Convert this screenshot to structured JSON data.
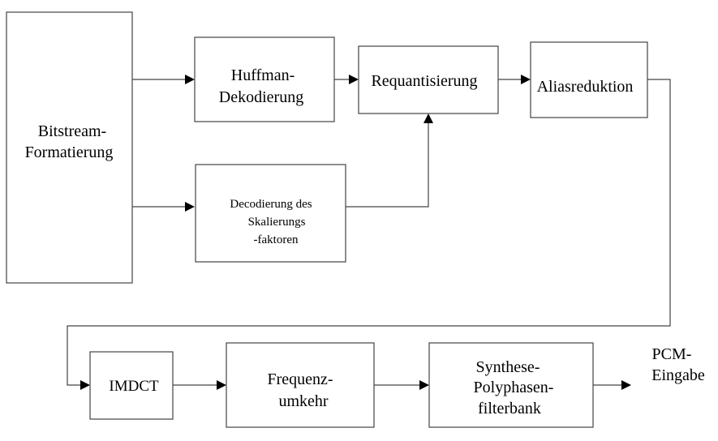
{
  "blocks": {
    "bitstream": [
      "Bitstream-",
      "Formatierung"
    ],
    "huffman": [
      "Huffman-",
      "Dekodierung"
    ],
    "requant": [
      "Requantisierung"
    ],
    "alias": [
      "Aliasreduktion"
    ],
    "scale": [
      "Decodierung des",
      "Skalierungs",
      "-faktoren"
    ],
    "imdct": [
      "IMDCT"
    ],
    "freq": [
      "Frequenz-",
      "umkehr"
    ],
    "synth": [
      "Synthese-",
      "Polyphasen-",
      "filterbank"
    ]
  },
  "output": [
    "PCM-",
    "Eingabe"
  ],
  "colors": {
    "stroke": "#444444",
    "arrowhead": "#000000",
    "text": "#000000"
  }
}
